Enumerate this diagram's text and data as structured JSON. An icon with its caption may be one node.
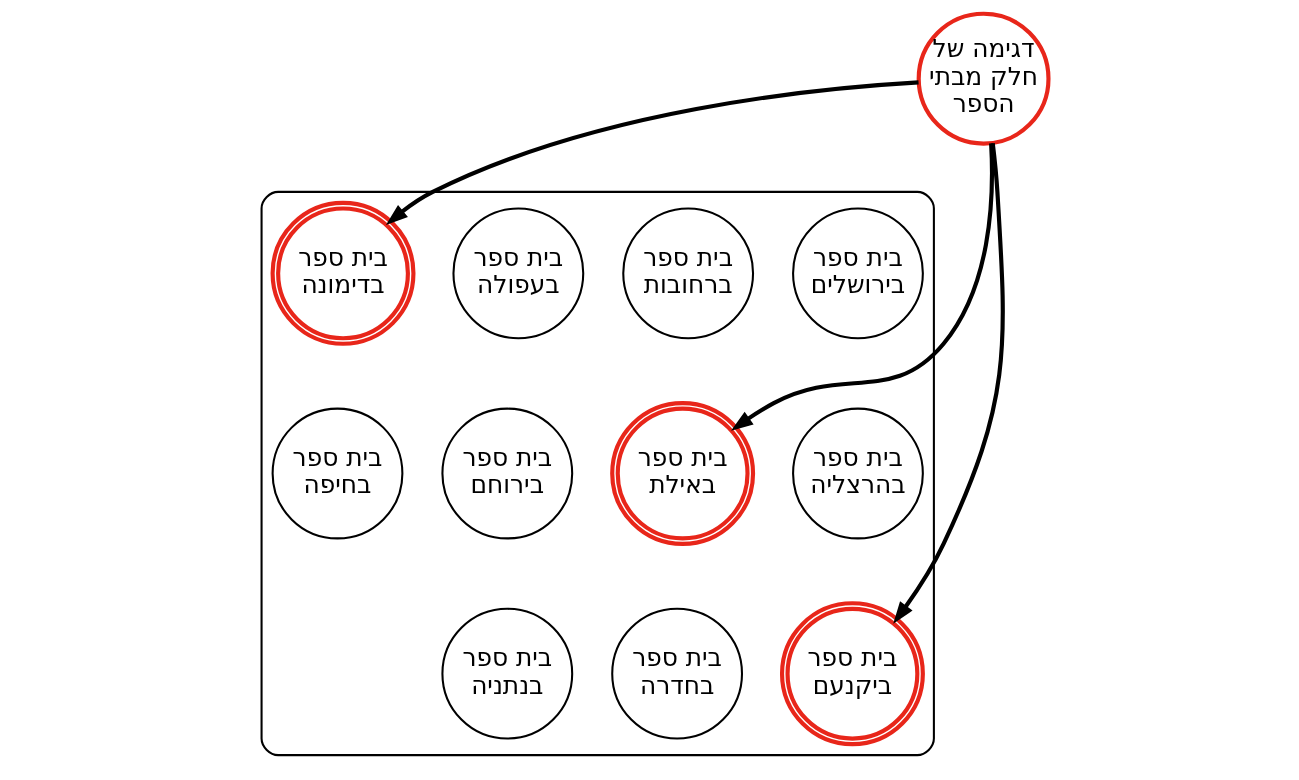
{
  "diagram": {
    "nodes": [
      {
        "text": [
          "דגימה של חלק מבתי הספר"
        ]
      },
      {
        "text": [],
        "shape": "ellipse"
      },
      {
        "text": [
          "בית ספר ברחובות"
        ],
        "in": 1
      },
      {
        "text": [
          "בית ספר בירושלים"
        ],
        "in": 1
      },
      {
        "text": [
          "בית ספר בעפולה"
        ],
        "in": 1
      },
      {
        "text": [
          "בית ספר בדימונה"
        ],
        "in": 1
      },
      {
        "text": [
          "בית ספר באילת"
        ],
        "in": 1
      },
      {
        "text": [
          "בית ספר בהרצליה"
        ],
        "in": 1
      },
      {
        "text": [
          "בית ספר בירוחם"
        ],
        "in": 1
      },
      {
        "text": [
          "בית ספר בחיפה"
        ],
        "in": 1
      },
      {
        "text": [
          "בית ספר בחדרה"
        ],
        "in": 1
      },
      {
        "text": [
          "בית ספר ביקנעם"
        ],
        "in": 1
      },
      {
        "text": [
          "בית ספר בנתניה"
        ],
        "in": 1
      }
    ],
    "edges": [
      {
        "from": 0,
        "to": 11,
        "arrow": "to"
      },
      {
        "from": 0,
        "to": 6,
        "arrow": "to"
      },
      {
        "from": 0,
        "to": 5,
        "arrow": "to"
      }
    ]
  }
}
